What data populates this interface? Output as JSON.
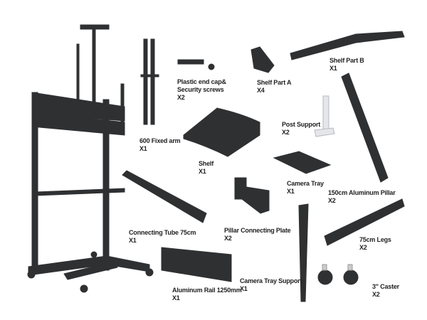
{
  "parts": [
    {
      "id": "end-cap",
      "name_lines": [
        "Plastic end cap&",
        "Security screws"
      ],
      "qty": "X2"
    },
    {
      "id": "shelf-part-a",
      "name_lines": [
        "Shelf Part A"
      ],
      "qty": "X4"
    },
    {
      "id": "shelf-part-b",
      "name_lines": [
        "Shelf Part B"
      ],
      "qty": "X1"
    },
    {
      "id": "fixed-arm",
      "name_lines": [
        "600 Fixed arm"
      ],
      "qty": "X1"
    },
    {
      "id": "post-support",
      "name_lines": [
        "Post Support"
      ],
      "qty": "X2"
    },
    {
      "id": "shelf",
      "name_lines": [
        "Shelf"
      ],
      "qty": "X1"
    },
    {
      "id": "camera-tray",
      "name_lines": [
        "Camera Tray"
      ],
      "qty": "X1"
    },
    {
      "id": "aluminum-pillar",
      "name_lines": [
        "150cm Aluminum Pillar"
      ],
      "qty": "X2"
    },
    {
      "id": "connecting-tube",
      "name_lines": [
        "Connecting Tube 75cm"
      ],
      "qty": "X1"
    },
    {
      "id": "pillar-plate",
      "name_lines": [
        "Pillar Connecting Plate"
      ],
      "qty": "X2"
    },
    {
      "id": "legs",
      "name_lines": [
        "75cm Legs"
      ],
      "qty": "X2"
    },
    {
      "id": "camera-tray-support",
      "name_lines": [
        "Camera Tray Support"
      ],
      "qty": "X1"
    },
    {
      "id": "aluminum-rail",
      "name_lines": [
        "Aluminum Rail 1250mm"
      ],
      "qty": "X1"
    },
    {
      "id": "caster",
      "name_lines": [
        "3\" Caster"
      ],
      "qty": "X2"
    }
  ],
  "colors": {
    "part": "#2f3032",
    "part_light": "#4a4b4e",
    "post": "#e4e6ea",
    "text": "#222222"
  }
}
